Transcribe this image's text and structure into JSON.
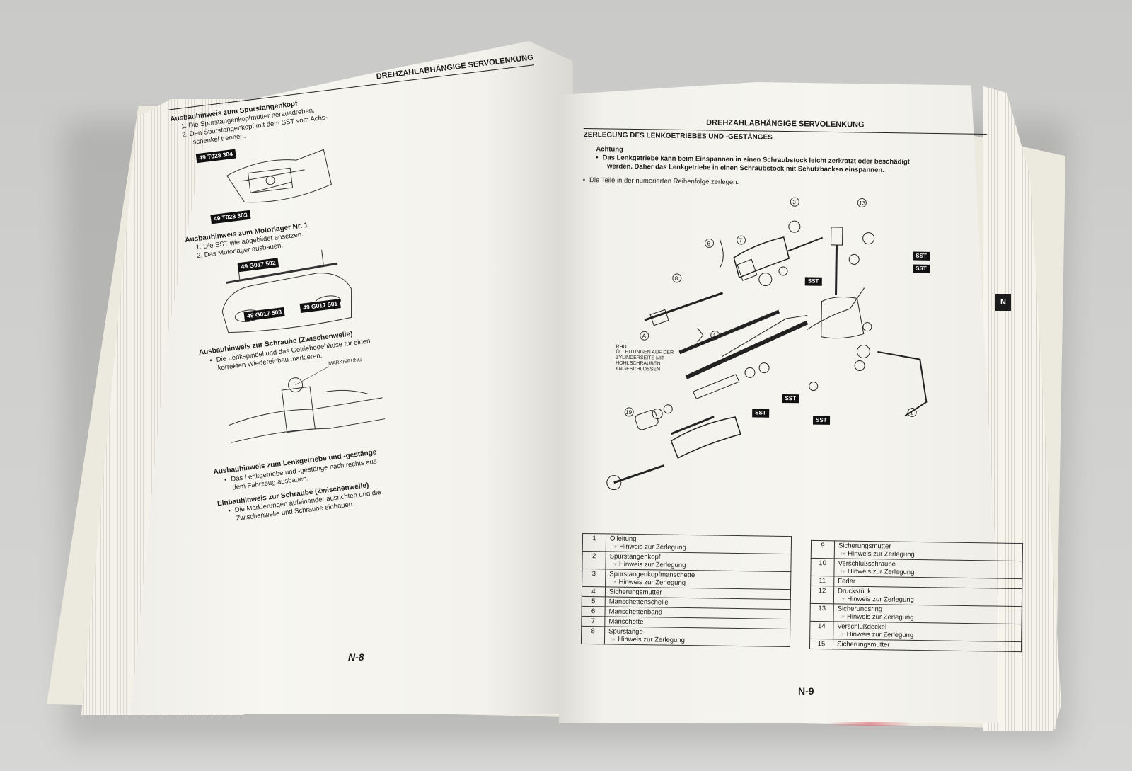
{
  "left_page": {
    "header": "DREHZAHLABHÄNGIGE SERVOLENKUNG",
    "section1": {
      "title": "Ausbauhinweis zum Spurstangenkopf",
      "steps": [
        "1.  Die Spurstangenkopfmutter herausdrehen.",
        "2.  Den Spurstangenkopf mit dem SST vom Achs-",
        "schenkel trennen."
      ],
      "tags": [
        "49 T028 304",
        "49 T028 303"
      ]
    },
    "section2": {
      "title": "Ausbauhinweis zum Motorlager Nr. 1",
      "steps": [
        "1.  Die SST wie abgebildet ansetzen.",
        "2.  Das Motorlager ausbauen."
      ],
      "tags": [
        "49 G017 502",
        "49 G017 503",
        "49 G017 501"
      ]
    },
    "section3": {
      "title": "Ausbauhinweis zur Schraube (Zwischenwelle)",
      "bullets": [
        "Die Lenkspindel und das Getriebegehäuse für einen",
        "korrekten Wiedereinbau markieren."
      ],
      "fig_label": "MARKIERUNG"
    },
    "section4": {
      "title": "Ausbauhinweis zum Lenkgetriebe und -gestänge",
      "bullets": [
        "Das Lenkgetriebe und -gestänge nach rechts aus",
        "dem Fahrzeug ausbauen."
      ]
    },
    "section5": {
      "title": "Einbauhinweis zur Schraube (Zwischenwelle)",
      "bullets": [
        "Die Markierungen aufeinander ausrichten und die",
        "Zwischenwelle und Schraube einbauen."
      ]
    },
    "page_number": "N-8"
  },
  "right_page": {
    "header": "DREHZAHLABHÄNGIGE SERVOLENKUNG",
    "subheader": "ZERLEGUNG DES LENKGETRIEBES UND -GESTÄNGES",
    "caution_title": "Achtung",
    "caution_lines": [
      "Das Lenkgetriebe kann beim Einspannen in einen Schraubstock leicht zerkratzt oder beschädigt",
      "werden. Daher das Lenkgetriebe in einen Schraubstock mit Schutzbacken einspannen."
    ],
    "instruction": "Die Teile in der numerierten Reihenfolge zerlegen.",
    "rhd_note": [
      "RHD",
      "ÖLLEITUNGEN AUF DER",
      "ZYLINDERSEITE MIT",
      "HOHLSCHRAUBEN",
      "ANGESCHLOSSEN"
    ],
    "sst_label": "SST",
    "section_tab": "N",
    "page_number": "N-9",
    "parts_left": [
      {
        "num": "1",
        "name": "Ölleitung",
        "hint": "Hinweis zur Zerlegung"
      },
      {
        "num": "2",
        "name": "Spurstangenkopf",
        "hint": "Hinweis zur Zerlegung"
      },
      {
        "num": "3",
        "name": "Spurstangenkopfmanschette",
        "hint": "Hinweis zur Zerlegung"
      },
      {
        "num": "4",
        "name": "Sicherungsmutter",
        "hint": ""
      },
      {
        "num": "5",
        "name": "Manschettenschelle",
        "hint": ""
      },
      {
        "num": "6",
        "name": "Manschettenband",
        "hint": ""
      },
      {
        "num": "7",
        "name": "Manschette",
        "hint": ""
      },
      {
        "num": "8",
        "name": "Spurstange",
        "hint": "Hinweis zur Zerlegung"
      }
    ],
    "parts_right": [
      {
        "num": "9",
        "name": "Sicherungsmutter",
        "hint": "Hinweis zur Zerlegung"
      },
      {
        "num": "10",
        "name": "Verschlußschraube",
        "hint": "Hinweis zur Zerlegung"
      },
      {
        "num": "11",
        "name": "Feder",
        "hint": ""
      },
      {
        "num": "12",
        "name": "Druckstück",
        "hint": "Hinweis zur Zerlegung"
      },
      {
        "num": "13",
        "name": "Sicherungsring",
        "hint": "Hinweis zur Zerlegung"
      },
      {
        "num": "14",
        "name": "Verschlußdeckel",
        "hint": "Hinweis zur Zerlegung"
      },
      {
        "num": "15",
        "name": "Sicherungsmutter",
        "hint": ""
      }
    ]
  },
  "colors": {
    "background": "#cdcdcb",
    "paper": "#f5f4ee",
    "ink": "#1a1a1a"
  }
}
